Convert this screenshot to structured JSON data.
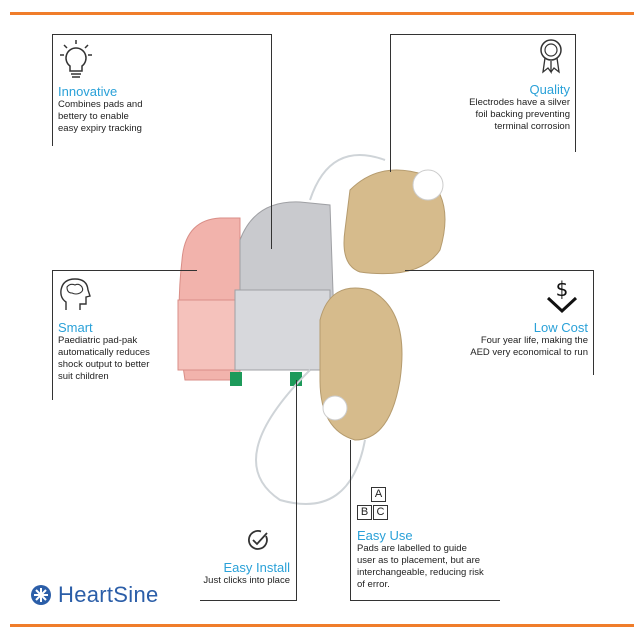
{
  "colors": {
    "accent_orange": "#f07d2a",
    "title_blue": "#2aa1d8",
    "brand_blue": "#2b5ea8"
  },
  "callouts": {
    "innovative": {
      "title": "Innovative",
      "lines": [
        "Combines pads and",
        "bettery to enable",
        "easy expiry tracking"
      ],
      "icon": "lightbulb-icon"
    },
    "quality": {
      "title": "Quality",
      "lines": [
        "Electrodes have a silver",
        "foil backing preventing",
        "terminal corrosion"
      ],
      "icon": "award-ribbon-icon"
    },
    "smart": {
      "title": "Smart",
      "lines": [
        "Paediatric pad-pak",
        "automatically reduces",
        "shock output to better",
        "suit children"
      ],
      "icon": "brain-head-icon"
    },
    "low_cost": {
      "title": "Low Cost",
      "lines": [
        "Four year life, making the",
        "AED very economical to run"
      ],
      "icon": "dollar-arrow-icon"
    },
    "easy_install": {
      "title": "Easy Install",
      "lines": [
        "Just clicks into place"
      ],
      "icon": "check-circle-icon"
    },
    "easy_use": {
      "title": "Easy Use",
      "lines": [
        "Pads are labelled to guide",
        "user as to placement, but are",
        "interchangeable, reducing risk",
        "of error."
      ],
      "icon": "abc-labels-icon",
      "labels": [
        "A",
        "B",
        "C"
      ]
    }
  },
  "brand": {
    "name": "HeartSine",
    "icon": "heartsine-logo-icon"
  }
}
